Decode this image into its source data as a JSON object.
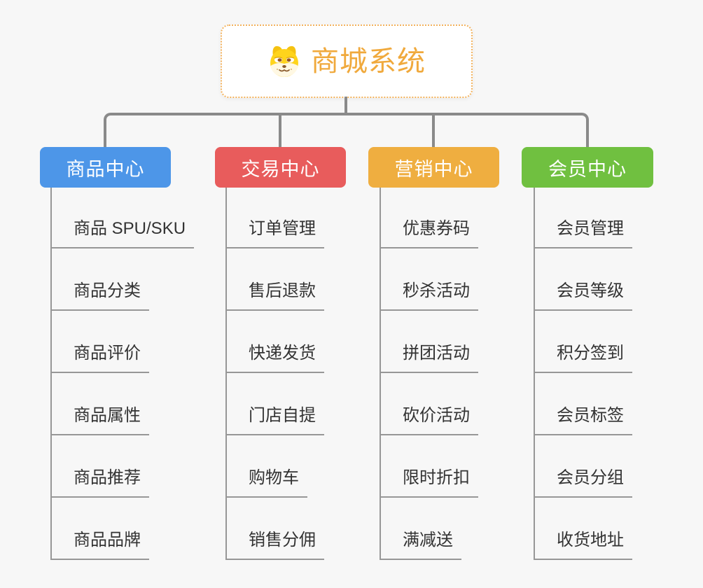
{
  "root": {
    "title": "商城系统",
    "icon": "dog-face-icon"
  },
  "colors": {
    "background": "#f7f7f7",
    "connector": "#8a8a8a",
    "child_line": "#979797",
    "root_text": "#f0a93c",
    "root_border": "#f3b25c",
    "branch_product": "#4d96e8",
    "branch_trade": "#e85c5c",
    "branch_marketing": "#efae40",
    "branch_member": "#70c040"
  },
  "branches": [
    {
      "label": "商品中心",
      "color": "#4d96e8",
      "items": [
        "商品 SPU/SKU",
        "商品分类",
        "商品评价",
        "商品属性",
        "商品推荐",
        "商品品牌"
      ]
    },
    {
      "label": "交易中心",
      "color": "#e85c5c",
      "items": [
        "订单管理",
        "售后退款",
        "快递发货",
        "门店自提",
        "购物车",
        "销售分佣"
      ]
    },
    {
      "label": "营销中心",
      "color": "#efae40",
      "items": [
        "优惠券码",
        "秒杀活动",
        "拼团活动",
        "砍价活动",
        "限时折扣",
        "满减送"
      ]
    },
    {
      "label": "会员中心",
      "color": "#70c040",
      "items": [
        "会员管理",
        "会员等级",
        "积分签到",
        "会员标签",
        "会员分组",
        "收货地址"
      ]
    }
  ]
}
